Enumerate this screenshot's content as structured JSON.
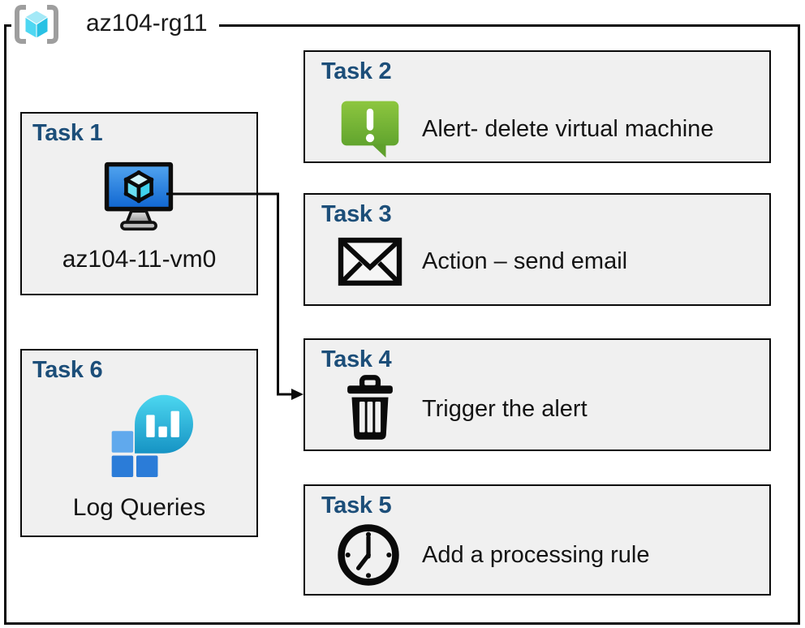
{
  "header": {
    "title": "az104-rg11",
    "icon": "resource-group-icon"
  },
  "tasks": [
    {
      "title": "Task 1",
      "label": "az104-11-vm0",
      "icon": "virtual-machine-icon"
    },
    {
      "title": "Task 2",
      "label": "Alert- delete virtual machine",
      "icon": "alert-icon"
    },
    {
      "title": "Task 3",
      "label": "Action – send email",
      "icon": "email-icon"
    },
    {
      "title": "Task 4",
      "label": "Trigger the alert",
      "icon": "trash-icon"
    },
    {
      "title": "Task 5",
      "label": "Add a processing rule",
      "icon": "clock-icon"
    },
    {
      "title": "Task 6",
      "label": "Log Queries",
      "icon": "log-analytics-icon"
    }
  ],
  "connector": {
    "from": "az104-11-vm0",
    "to": "Task 4"
  },
  "colors": {
    "task_title": "#1C4E79",
    "box_fill": "#F0F0F0",
    "box_border": "#0A0A0A",
    "alert_green_top": "#8DC63F",
    "alert_green_bottom": "#61A42E",
    "vm_screen_top": "#4FA2EE",
    "vm_screen_bottom": "#1268D2",
    "log_teal_top": "#4CD7F0",
    "log_teal_bottom": "#1693C4",
    "log_square_light": "#60A9ED",
    "log_square_dark": "#2B7CD8",
    "rg_cube_top": "#A4E9F7",
    "rg_cube_left": "#4ED7F2",
    "rg_cube_right": "#28C1E4"
  }
}
